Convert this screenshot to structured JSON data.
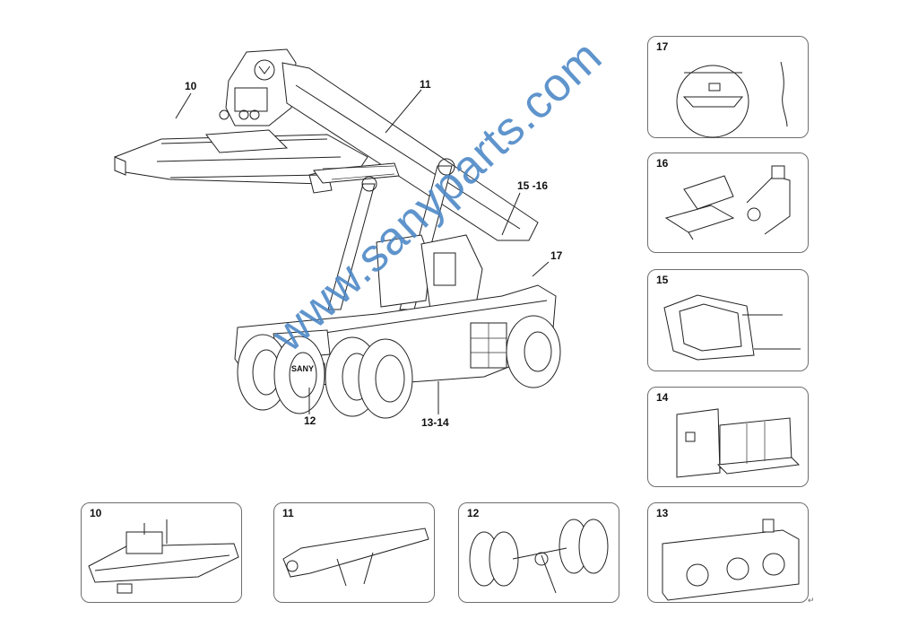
{
  "main_callouts": {
    "c10": "10",
    "c11": "11",
    "c12": "12",
    "c13_14": "13-14",
    "c15_16": "15 -16",
    "c17": "17"
  },
  "machine_badge": "SANY",
  "panels": {
    "p17": "17",
    "p16": "16",
    "p15": "15",
    "p14": "14",
    "p10": "10",
    "p11": "11",
    "p12": "12",
    "p13": "13"
  },
  "watermark": "www.sanyparts.com",
  "return_mark": "↵"
}
